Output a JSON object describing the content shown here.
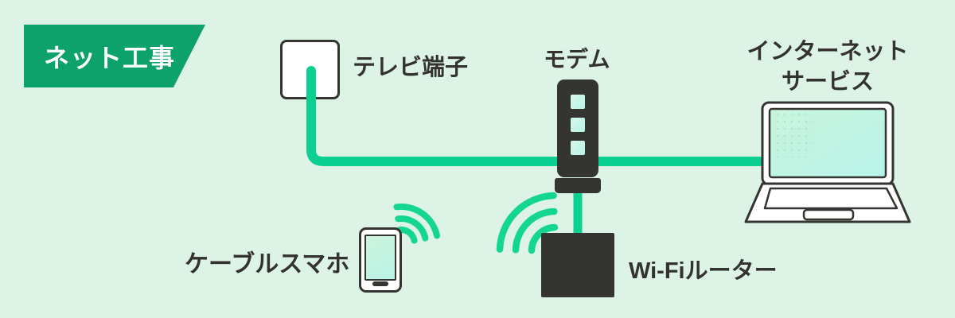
{
  "badge": {
    "label": "ネット工事"
  },
  "nodes": {
    "tv_terminal": {
      "label": "テレビ端子"
    },
    "modem": {
      "label": "モデム",
      "led_count": 3
    },
    "internet_service": {
      "label_line1": "インターネット",
      "label_line2": "サービス"
    },
    "cable_smartphone": {
      "label": "ケーブルスマホ"
    },
    "wifi_router": {
      "label": "Wi-Fiルーター"
    }
  },
  "connections": [
    {
      "from": "tv_terminal",
      "to": "internet_service",
      "via": "modem",
      "type": "cable"
    },
    {
      "from": "modem",
      "to": "wifi_router",
      "type": "cable"
    },
    {
      "from": "wifi_router",
      "to": "cable_smartphone",
      "type": "wireless"
    }
  ],
  "colors": {
    "background": "#ddf3e6",
    "badge_green": "#0da26b",
    "cable_green": "#0ccf92",
    "wave_green": "#14d592",
    "device_dark": "#343431",
    "screen_mint": "#c6f5e0",
    "text_dark": "#333230"
  }
}
